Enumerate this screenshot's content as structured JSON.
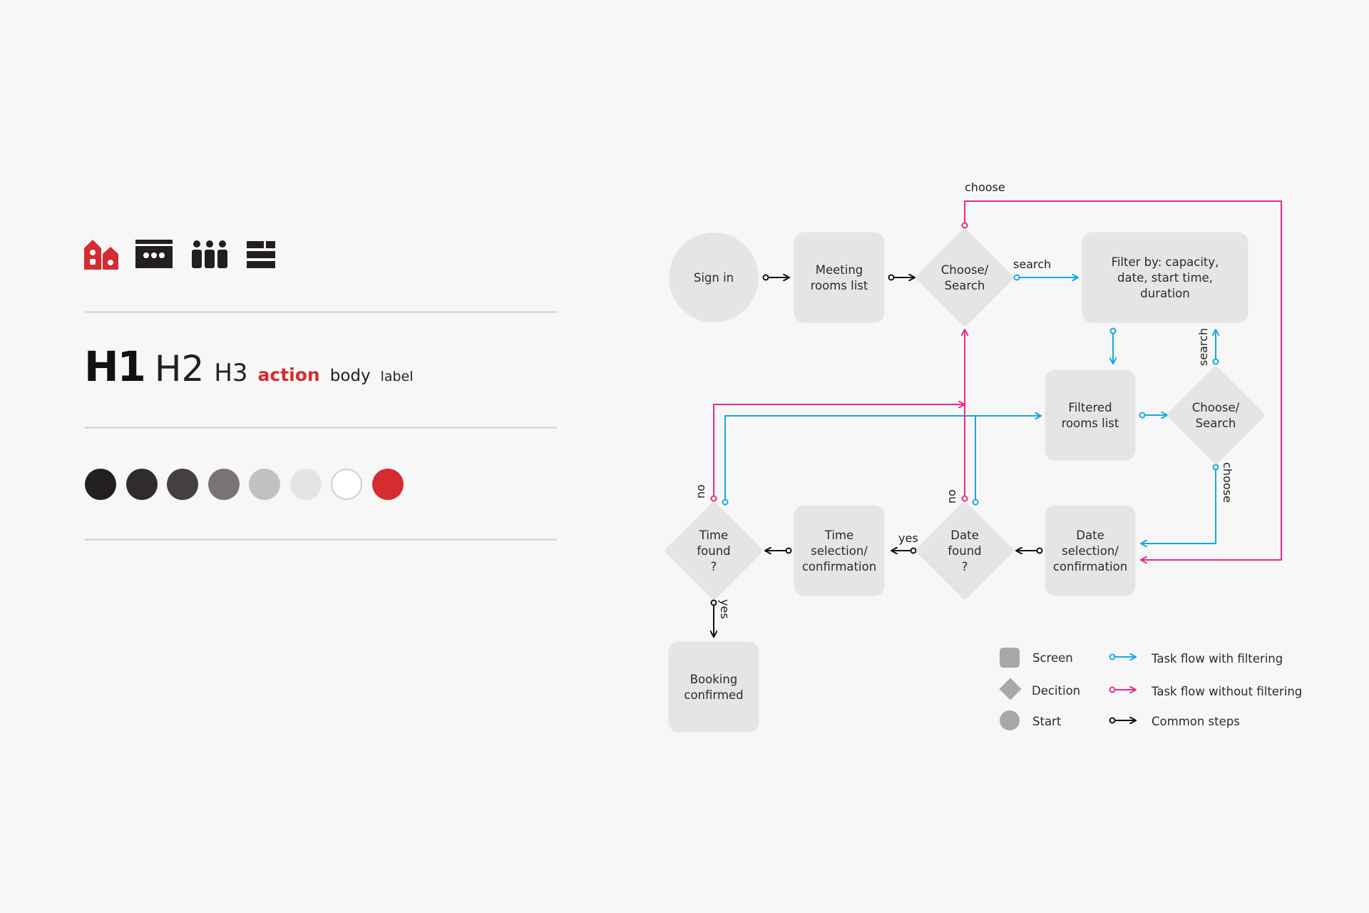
{
  "colors": {
    "background": "#f7f7f7",
    "node_fill": "#e5e5e5",
    "filter_flow": "#1aa7e1",
    "nofilter_flow": "#e72b8a",
    "common_flow": "#111111",
    "accent_red": "#d62c2f",
    "icon_dark": "#231f20",
    "legend_shape": "#a8a8a8"
  },
  "icons": [
    {
      "name": "buildings-icon",
      "color": "#d62c2f"
    },
    {
      "name": "calendar-card-icon",
      "color": "#231f20"
    },
    {
      "name": "people-icon",
      "color": "#231f20"
    },
    {
      "name": "list-menu-icon",
      "color": "#231f20"
    }
  ],
  "typography": {
    "h1": "H1",
    "h2": "H2",
    "h3": "H3",
    "action": "action",
    "body": "body",
    "label": "label"
  },
  "palette": [
    "#231f20",
    "#302b2c",
    "#453f40",
    "#7a7273",
    "#c3c0c0",
    "#e4e4e4",
    "#ffffff",
    "#d62c2f"
  ],
  "nodes": {
    "sign_in": [
      "Sign in"
    ],
    "meeting_rooms": [
      "Meeting",
      "rooms list"
    ],
    "choose_search_1": [
      "Choose/",
      "Search"
    ],
    "filter_by": [
      "Filter by: capacity,",
      "date, start time,",
      "duration"
    ],
    "filtered_rooms": [
      "Filtered",
      "rooms list"
    ],
    "choose_search_2": [
      "Choose/",
      "Search"
    ],
    "date_selection": [
      "Date",
      "selection/",
      "confirmation"
    ],
    "date_found": [
      "Date",
      "found",
      "?"
    ],
    "time_selection": [
      "Time",
      "selection/",
      "confirmation"
    ],
    "time_found": [
      "Time",
      "found",
      "?"
    ],
    "booking_confirmed": [
      "Booking",
      "confirmed"
    ]
  },
  "edge_labels": {
    "choose_top": "choose",
    "search_1": "search",
    "search_2": "search",
    "choose_2": "choose",
    "yes_date": "yes",
    "no_date": "no",
    "no_time": "no",
    "yes_time": "yes"
  },
  "legend": {
    "shapes": [
      {
        "shape": "screen",
        "label": "Screen"
      },
      {
        "shape": "decision",
        "label": "Decition"
      },
      {
        "shape": "start",
        "label": "Start"
      }
    ],
    "flows": [
      {
        "flow": "filtering",
        "label": "Task flow with filtering"
      },
      {
        "flow": "no-filtering",
        "label": "Task flow without filtering"
      },
      {
        "flow": "common",
        "label": "Common steps"
      }
    ]
  }
}
